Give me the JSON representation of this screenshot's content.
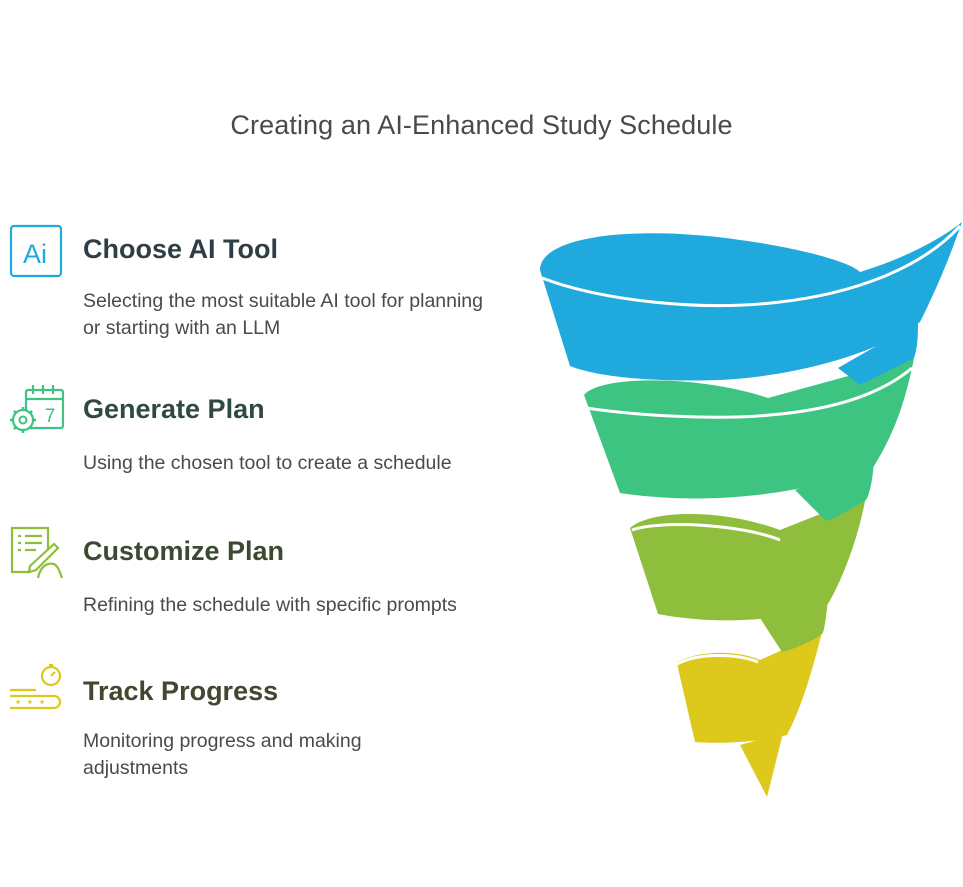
{
  "title": "Creating an AI-Enhanced Study Schedule",
  "steps": [
    {
      "icon": "ai-icon",
      "icon_text": "Ai",
      "heading": "Choose AI Tool",
      "description": "Selecting the most suitable AI tool for planning or starting with an LLM",
      "color": "#1fa9dc"
    },
    {
      "icon": "calendar-gear-icon",
      "icon_text": "7",
      "heading": "Generate Plan",
      "description": "Using the chosen tool to create a schedule",
      "color": "#3cc480"
    },
    {
      "icon": "edit-document-icon",
      "heading": "Customize Plan",
      "description": "Refining the schedule with specific prompts",
      "color": "#8ebe3c"
    },
    {
      "icon": "progress-track-icon",
      "heading": "Track Progress",
      "description": "Monitoring progress and making adjustments",
      "color": "#dcc91b"
    }
  ]
}
